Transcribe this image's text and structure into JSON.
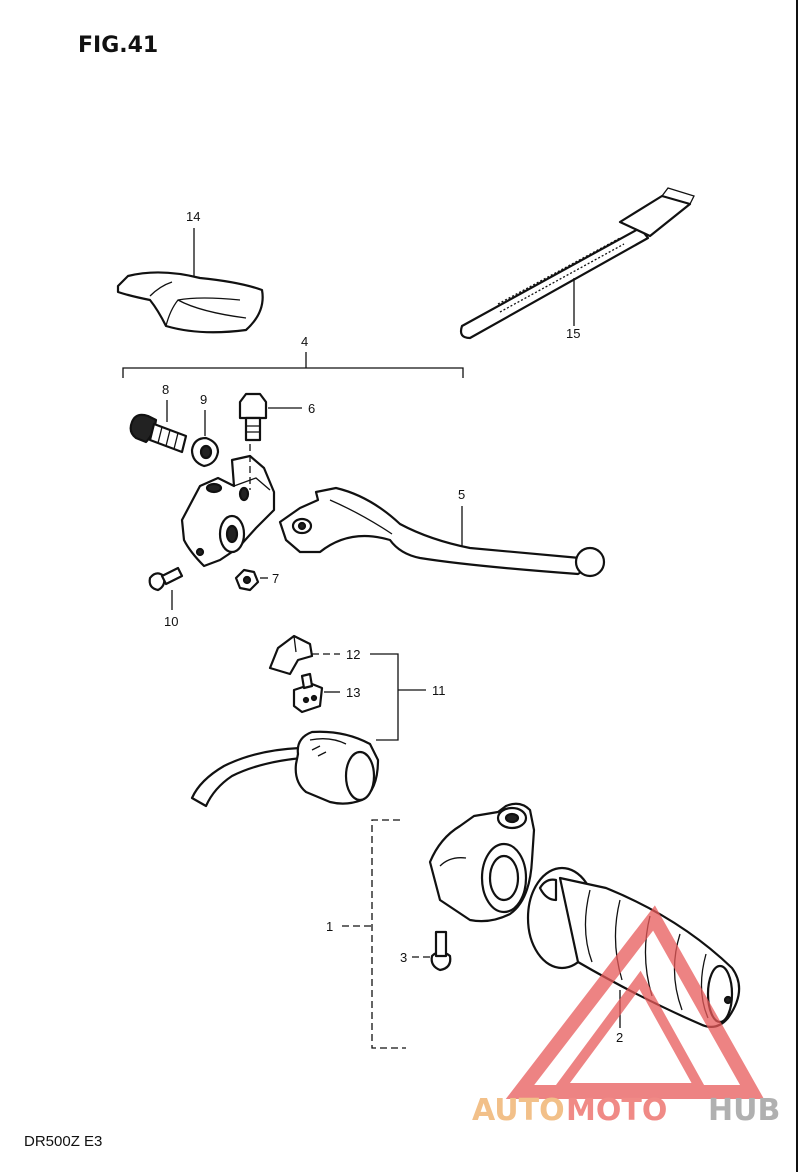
{
  "figure_title": "FIG.41",
  "footer_model": "DR500Z E3",
  "watermark": {
    "word_1": "AUTO",
    "word_2": "MOTO",
    "word_3": "HUB",
    "colors": {
      "auto": "#f2c089",
      "moto": "#f08a86",
      "hub": "#b0b0b0",
      "triangle": "#e85a5a"
    }
  },
  "callouts": [
    {
      "id": "c1",
      "text": "1"
    },
    {
      "id": "c2",
      "text": "2"
    },
    {
      "id": "c3",
      "text": "3"
    },
    {
      "id": "c4",
      "text": "4"
    },
    {
      "id": "c5",
      "text": "5"
    },
    {
      "id": "c6",
      "text": "6"
    },
    {
      "id": "c7",
      "text": "7"
    },
    {
      "id": "c8",
      "text": "8"
    },
    {
      "id": "c9",
      "text": "9"
    },
    {
      "id": "c10",
      "text": "10"
    },
    {
      "id": "c11",
      "text": "11"
    },
    {
      "id": "c12",
      "text": "12"
    },
    {
      "id": "c13",
      "text": "13"
    },
    {
      "id": "c14",
      "text": "14"
    },
    {
      "id": "c15",
      "text": "15"
    }
  ]
}
